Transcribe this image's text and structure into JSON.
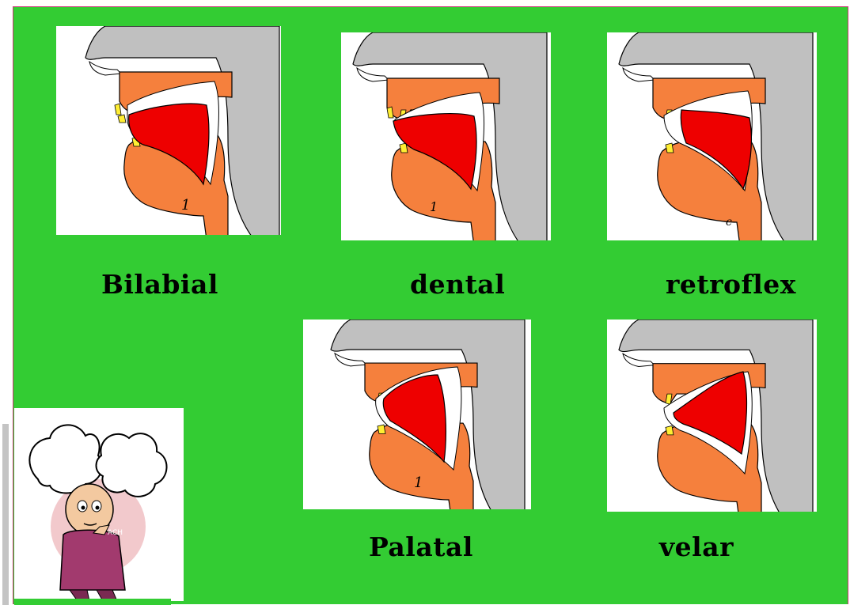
{
  "diagrams": [
    {
      "label": "Bilabial"
    },
    {
      "label": "dental"
    },
    {
      "label": "retroflex"
    },
    {
      "label": "Palatal"
    },
    {
      "label": "velar"
    }
  ],
  "mascot": {
    "watermark": "ACH"
  },
  "colors": {
    "background": "#33cc33",
    "border": "#cc3377",
    "tongue": "#ee0000",
    "flesh": "#f5803d",
    "throat_gray": "#c0c0c0",
    "teeth": "#ffee33"
  }
}
